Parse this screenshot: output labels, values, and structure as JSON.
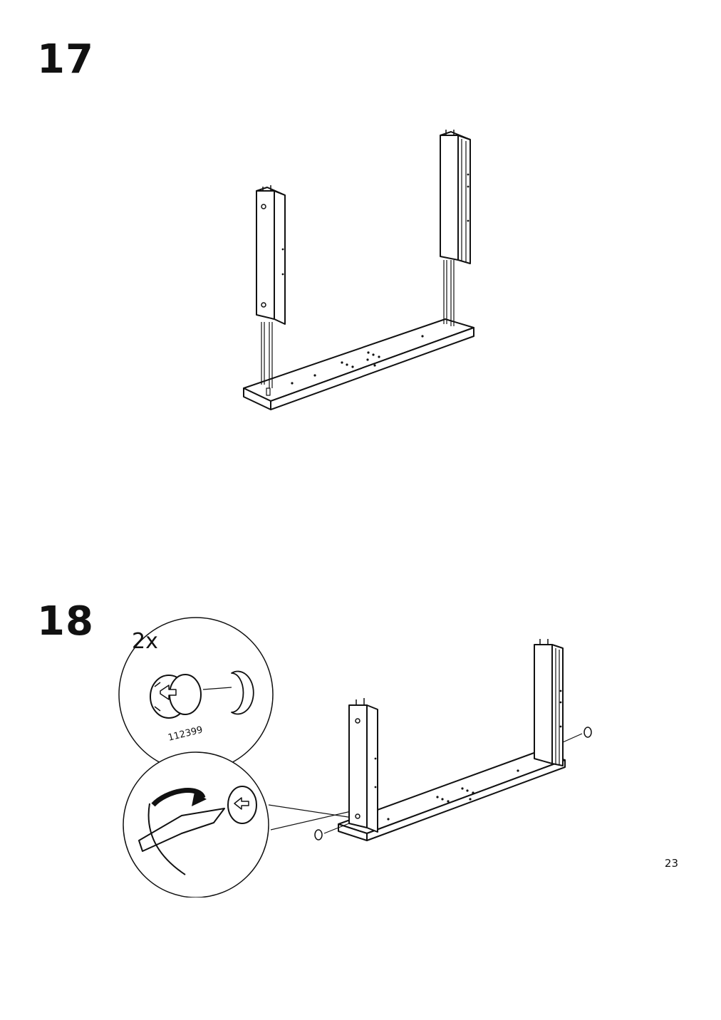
{
  "steps": [
    {
      "number": "17"
    },
    {
      "number": "18",
      "callout_quantity": "2x",
      "part_number": "112399"
    }
  ],
  "page": {
    "number": "23"
  },
  "icons": {
    "step17": [
      "base-board-drawing",
      "left-side-panel-drawing",
      "right-side-panel-drawing",
      "dowel-icon"
    ],
    "step18": [
      "cam-lock-icon",
      "screwdriver-icon",
      "rotation-arrow-icon",
      "zoom-circle-icon"
    ]
  }
}
